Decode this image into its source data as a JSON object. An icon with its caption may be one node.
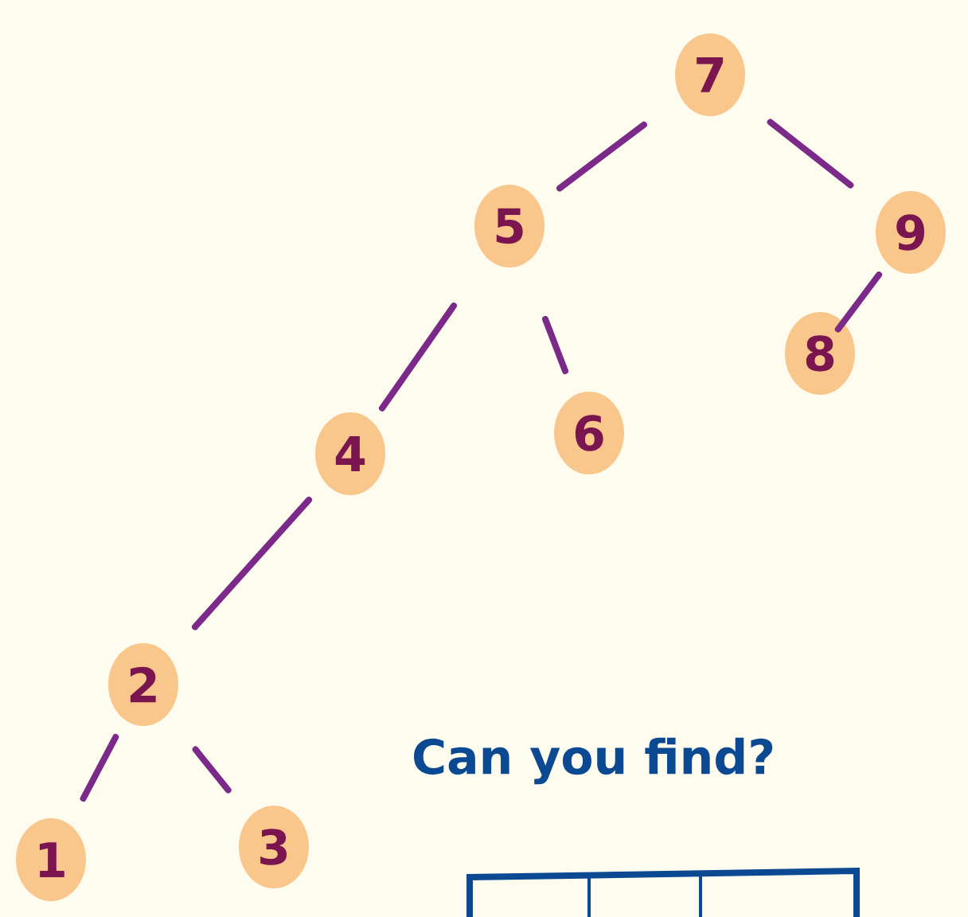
{
  "diagram": {
    "nodes": [
      {
        "text": [
          "7"
        ]
      },
      {
        "text": [
          "5"
        ]
      },
      {
        "text": [
          "9"
        ]
      },
      {
        "text": [
          "4"
        ]
      },
      {
        "text": [
          "6"
        ]
      },
      {
        "text": [
          "8"
        ]
      },
      {
        "text": [
          "2"
        ]
      },
      {
        "text": [
          "1"
        ]
      },
      {
        "text": [
          "3"
        ]
      }
    ],
    "edges": [
      {
        "from": 0,
        "to": 1,
        "arrow": "none"
      },
      {
        "from": 0,
        "to": 2,
        "arrow": "none"
      },
      {
        "from": 1,
        "to": 3,
        "arrow": "none"
      },
      {
        "from": 1,
        "to": 4,
        "arrow": "none"
      },
      {
        "from": 2,
        "to": 5,
        "arrow": "none"
      },
      {
        "from": 3,
        "to": 6,
        "arrow": "none"
      },
      {
        "from": 6,
        "to": 7,
        "arrow": "none"
      },
      {
        "from": 6,
        "to": 8,
        "arrow": "none"
      }
    ],
    "labels": [
      "Can you find?"
    ]
  }
}
